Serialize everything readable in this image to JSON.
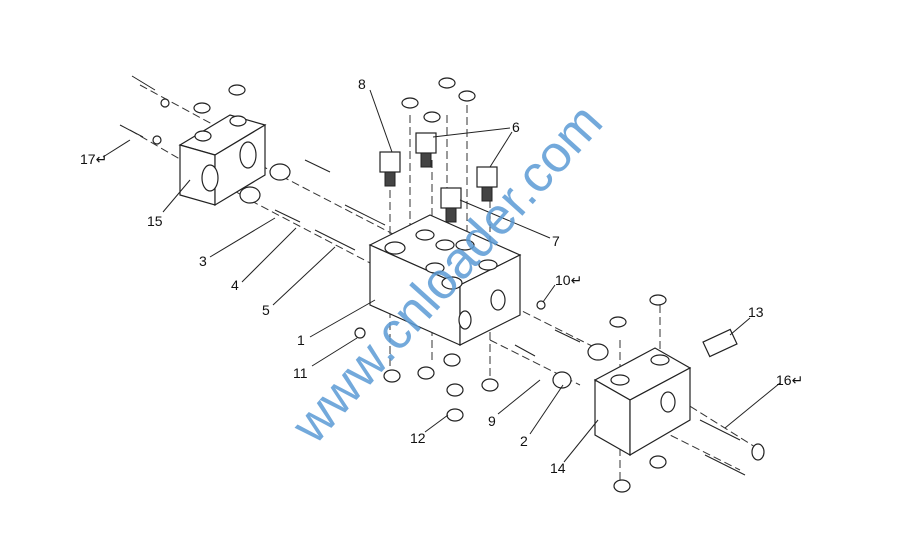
{
  "diagram": {
    "labels": [
      "1",
      "2",
      "3",
      "4",
      "5",
      "6",
      "7",
      "8",
      "9",
      "10↵",
      "11",
      "12",
      "13",
      "14",
      "15",
      "16↵",
      "17↵"
    ],
    "watermark": "www.cnloader.com"
  },
  "colors": {
    "watermark": "#5b9bd5",
    "line": "#222222"
  }
}
